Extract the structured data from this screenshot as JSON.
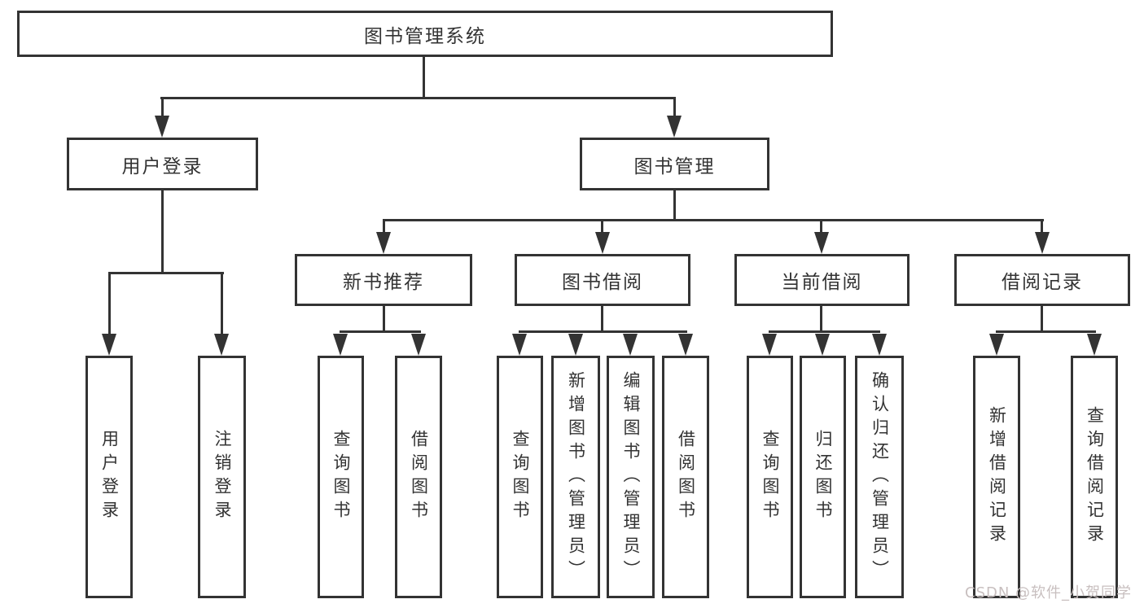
{
  "nodes": {
    "root": {
      "label": "图书管理系统"
    },
    "user_login": {
      "label": "用户登录"
    },
    "book_mgmt": {
      "label": "图书管理"
    },
    "new_book_rec": {
      "label": "新书推荐"
    },
    "book_borrow": {
      "label": "图书借阅"
    },
    "current_borrow": {
      "label": "当前借阅"
    },
    "borrow_record": {
      "label": "借阅记录"
    }
  },
  "leaves": {
    "user_login": [
      "用户登录",
      "注销登录"
    ],
    "new_book_rec": [
      "查询图书",
      "借阅图书"
    ],
    "book_borrow": [
      "查询图书",
      "新增图书（管理员）",
      "编辑图书（管理员）",
      "借阅图书"
    ],
    "current_borrow": [
      "查询图书",
      "归还图书",
      "确认归还（管理员）"
    ],
    "borrow_record": [
      "新增借阅记录",
      "查询借阅记录"
    ]
  },
  "watermark": {
    "text": "CSDN @软件_小贺同学"
  },
  "colors": {
    "line": "#333333",
    "box_border": "#333333",
    "text": "#333333",
    "background": "#ffffff",
    "watermark": "#c8bfbf"
  }
}
